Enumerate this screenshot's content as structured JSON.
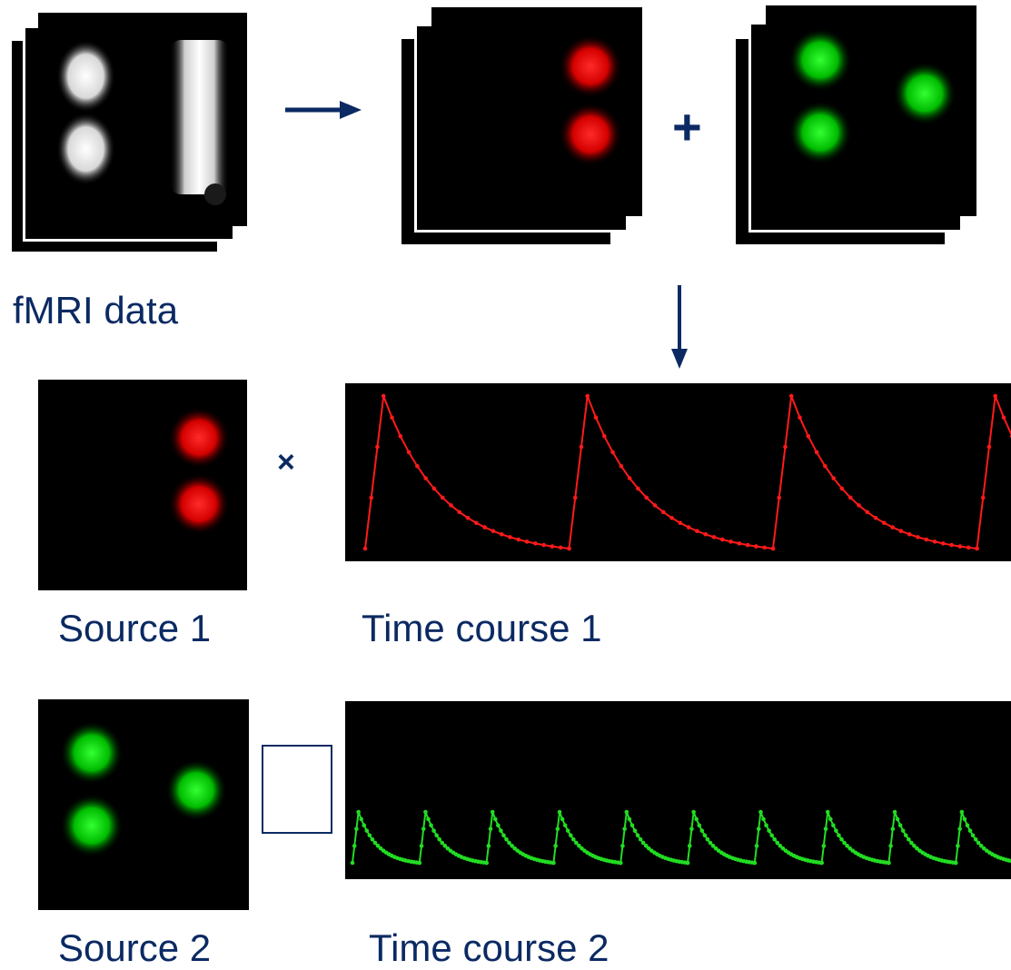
{
  "labels": {
    "fmri_data": "fMRI data",
    "source_1": "Source 1",
    "source_2": "Source 2",
    "time_course_1": "Time course 1",
    "time_course_2": "Time course 2"
  },
  "operators": {
    "plus": "+",
    "times": "×"
  },
  "colors": {
    "text": "#0b2a63",
    "source_1": "#ff1a1a",
    "source_2": "#22dd22",
    "background": "#000000"
  },
  "time_courses": [
    {
      "name": "time_course_1",
      "color": "#ff1a1a",
      "cycles": 4
    },
    {
      "name": "time_course_2",
      "color": "#22dd22",
      "cycles": 10
    }
  ]
}
